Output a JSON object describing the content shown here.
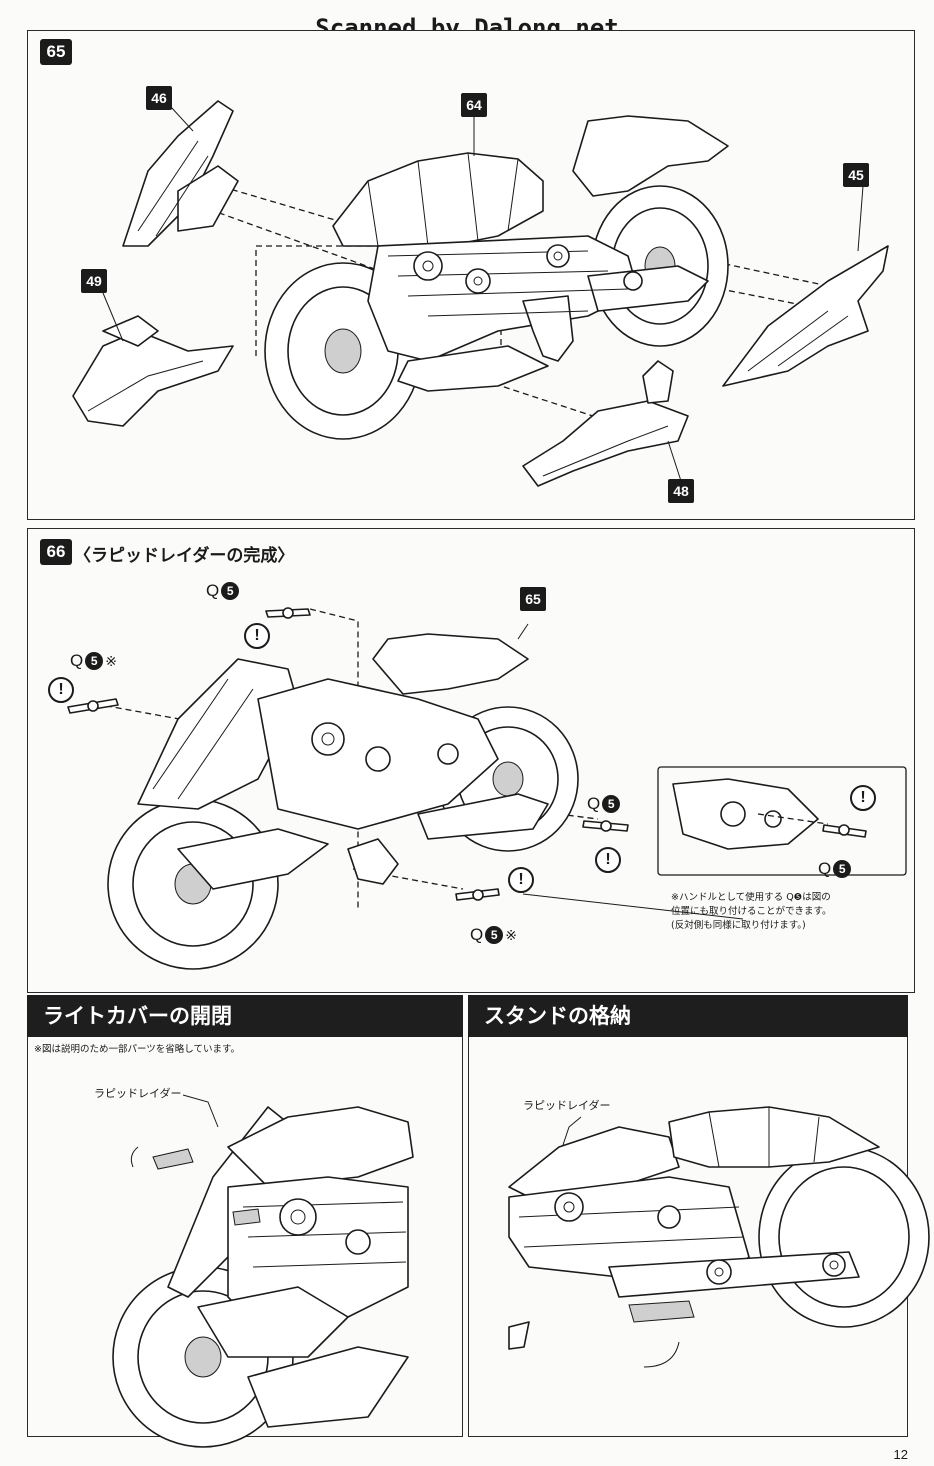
{
  "watermark": "Scanned by Dalong.net",
  "step65": {
    "number": "65",
    "parts": {
      "p46": "46",
      "p64": "64",
      "p45": "45",
      "p49": "49",
      "p48": "48"
    }
  },
  "step66": {
    "number": "66",
    "title": "〈ラピッドレイダーの完成〉",
    "part65": "65",
    "q_letter": "Q",
    "q_number": "5",
    "ref_mark": "※",
    "excl_mark": "!",
    "note_lines": [
      "※ハンドルとして使用する Q❺は図の",
      "位置にも取り付けることができます。",
      "(反対側も同様に取り付けます。)"
    ]
  },
  "light_cover": {
    "heading": "ライトカバーの開閉",
    "note": "※図は説明のため一部パーツを省略しています。",
    "callout": "ラピッドレイダー"
  },
  "stand": {
    "heading": "スタンドの格納",
    "callout": "ラピッドレイダー"
  },
  "page_number": "12"
}
